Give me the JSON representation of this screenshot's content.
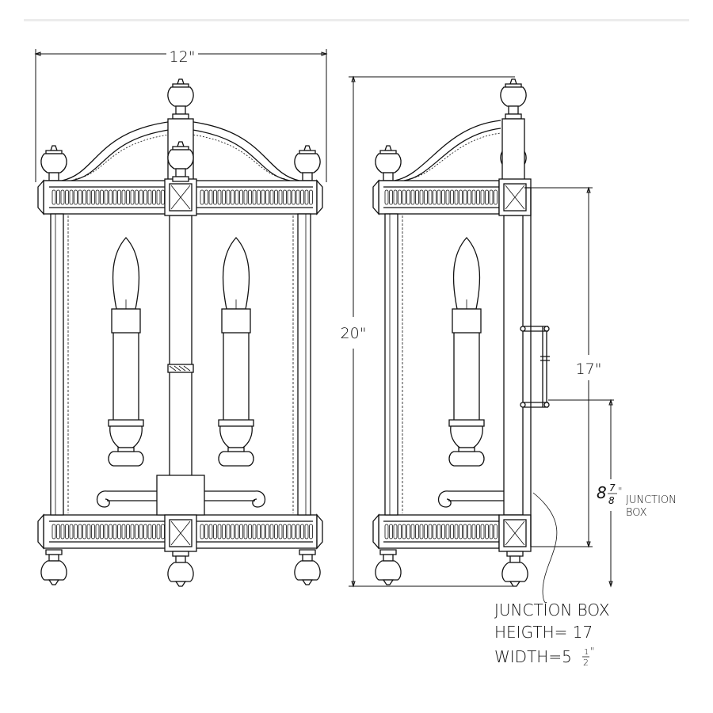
{
  "front_view": {
    "width_dimension": "12\""
  },
  "side_view": {
    "height_dimension": "20\"",
    "backplate_dimension": "17\"",
    "junction_dimension_whole": "8",
    "junction_dimension_num": "7",
    "junction_dimension_den": "8",
    "junction_dimension_unit": "\"",
    "junction_label_line1": "JUNCTION",
    "junction_label_line2": "BOX"
  },
  "note": {
    "line1": "JUNCTION BOX",
    "line2": "HEIGTH= 17",
    "line3_prefix": "WIDTH=5",
    "line3_num": "1",
    "line3_den": "2",
    "line3_unit": "\""
  }
}
